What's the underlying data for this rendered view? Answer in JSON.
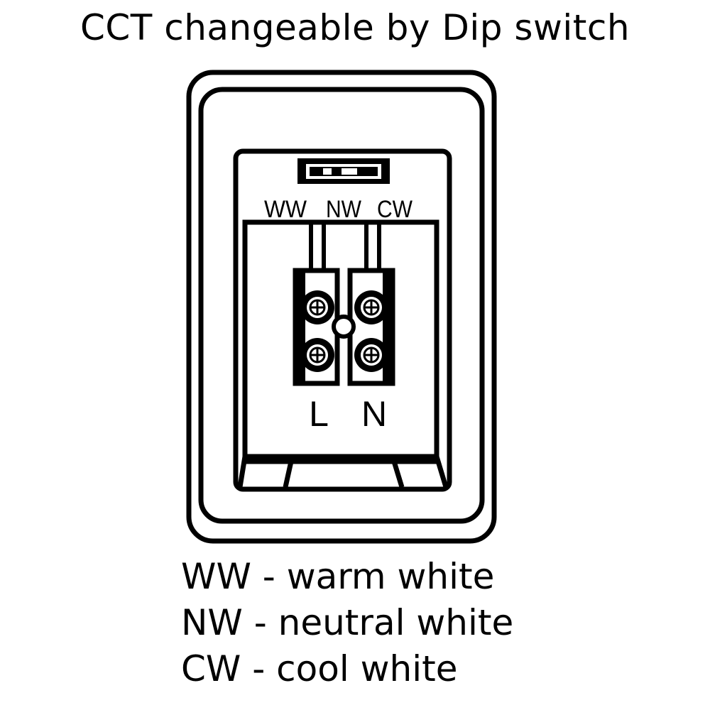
{
  "title": "CCT changeable by Dip switch",
  "switch_labels": {
    "ww": "WW",
    "nw": "NW",
    "cw": "CW"
  },
  "terminal_labels": {
    "live": "L",
    "neutral": "N"
  },
  "legend": [
    "WW - warm white",
    "NW - neutral white",
    "CW - cool white"
  ],
  "colors": {
    "line": "#000000",
    "background": "#ffffff"
  },
  "icons": {
    "screw": "screw-head-icon",
    "dip_switch": "dip-switch-icon"
  }
}
